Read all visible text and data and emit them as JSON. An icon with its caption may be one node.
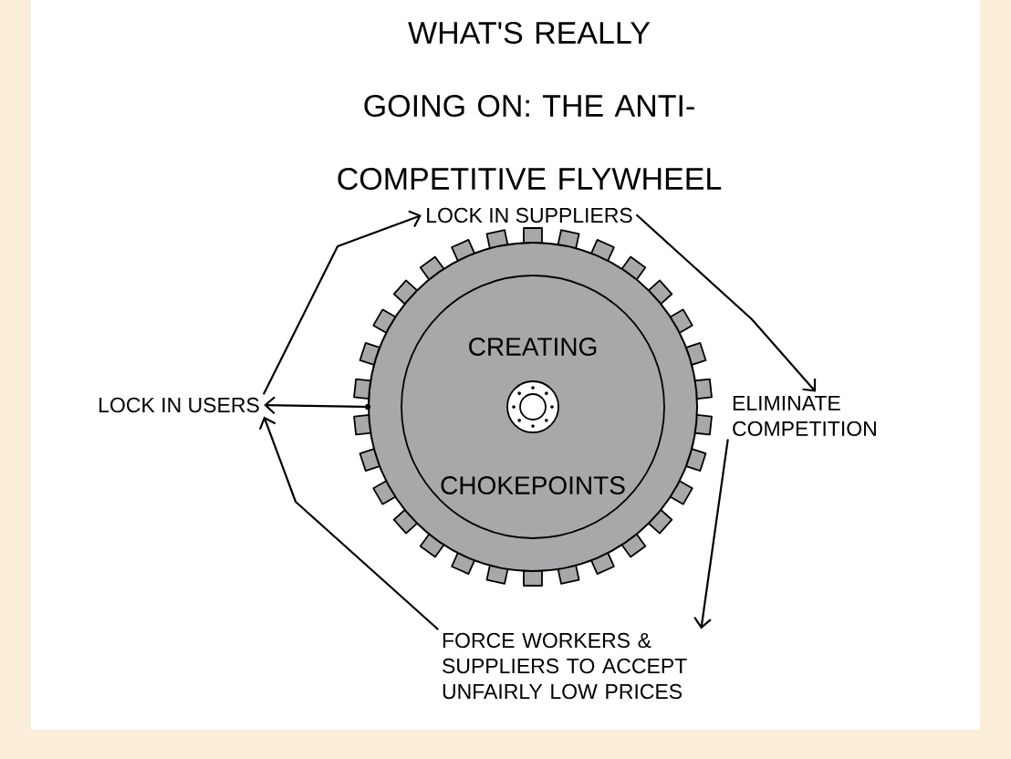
{
  "diagram": {
    "title": "WHAT'S REALLY GOING ON: THE ANTI-COMPETITIVE FLYWHEEL",
    "nodes": [
      {
        "text": [
          "CREATING",
          "CHOKEPOINTS"
        ]
      },
      {
        "text": [
          "LOCK IN SUPPLIERS"
        ]
      },
      {
        "text": [
          "ELIMINATE COMPETITION"
        ]
      },
      {
        "text": [
          "FORCE WORKERS & SUPPLIERS TO ACCEPT UNFAIRLY LOW PRICES"
        ]
      },
      {
        "text": [
          "LOCK IN USERS"
        ]
      }
    ],
    "edges": [
      {
        "from": 1,
        "to": 2,
        "arrow": "to"
      },
      {
        "from": 2,
        "to": 3,
        "arrow": "to"
      },
      {
        "from": 3,
        "to": 4,
        "arrow": "to"
      },
      {
        "from": 4,
        "to": 1,
        "arrow": "to"
      },
      {
        "from": 0,
        "to": 4,
        "arrow": "to"
      }
    ]
  }
}
